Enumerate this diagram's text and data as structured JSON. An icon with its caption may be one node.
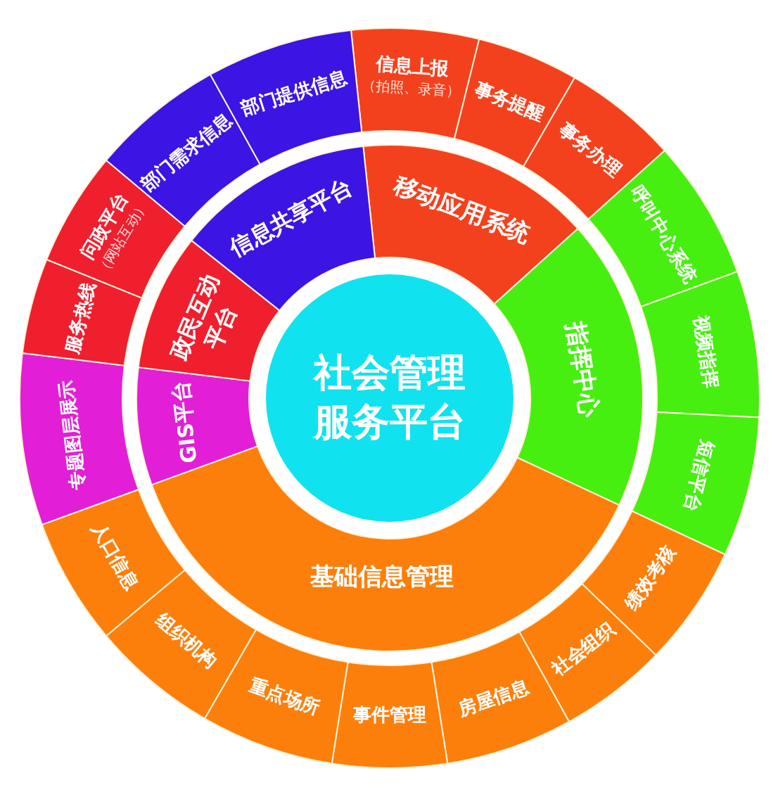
{
  "diagram": {
    "nodes": [
      {
        "text": [
          "社会管理服务平台"
        ]
      },
      {
        "text": [
          "移动应用系统"
        ]
      },
      {
        "text": [
          "指挥中心"
        ]
      },
      {
        "text": [
          "基础信息管理"
        ]
      },
      {
        "text": [
          "GIS平台"
        ]
      },
      {
        "text": [
          "政民互动平台"
        ]
      },
      {
        "text": [
          "信息共享平台"
        ]
      },
      {
        "text": [
          "信息上报",
          "（拍照、录音）"
        ]
      },
      {
        "text": [
          "事务提醒"
        ]
      },
      {
        "text": [
          "事务办理"
        ]
      },
      {
        "text": [
          "呼叫中心系统"
        ]
      },
      {
        "text": [
          "视频指挥"
        ]
      },
      {
        "text": [
          "短信平台"
        ]
      },
      {
        "text": [
          "绩效考核"
        ]
      },
      {
        "text": [
          "社会组织"
        ]
      },
      {
        "text": [
          "房屋信息"
        ]
      },
      {
        "text": [
          "事件管理"
        ]
      },
      {
        "text": [
          "重点场所"
        ]
      },
      {
        "text": [
          "组织机构"
        ]
      },
      {
        "text": [
          "人口信息"
        ]
      },
      {
        "text": [
          "专题图层展示"
        ]
      },
      {
        "text": [
          "服务热线"
        ]
      },
      {
        "text": [
          "问政平台",
          "（网站互动）"
        ]
      },
      {
        "text": [
          "部门需求信息"
        ]
      },
      {
        "text": [
          "部门提供信息"
        ]
      }
    ]
  }
}
